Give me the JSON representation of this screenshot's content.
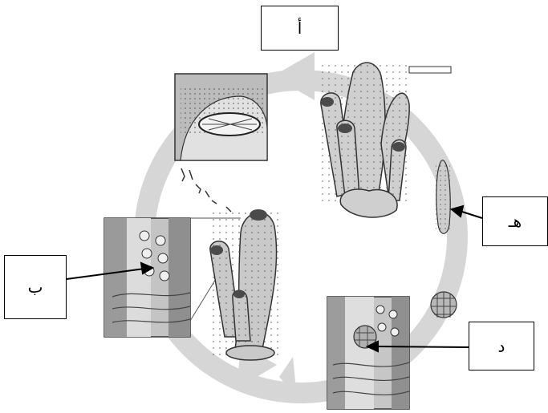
{
  "labels": {
    "a": "أ",
    "b": "ب",
    "d": "د",
    "h": "هـ"
  },
  "colors": {
    "cycle_arrow": "#d4d4d4",
    "sponge_body": "#cbcbcb",
    "outline": "#333333",
    "panel_bg": "#bdbdbd"
  },
  "icons": {
    "sponge_colony": "sponge-colony-icon",
    "larva": "larva-icon",
    "gemmule": "gemmule-icon",
    "cycle_arrow": "cycle-arrow-icon"
  }
}
